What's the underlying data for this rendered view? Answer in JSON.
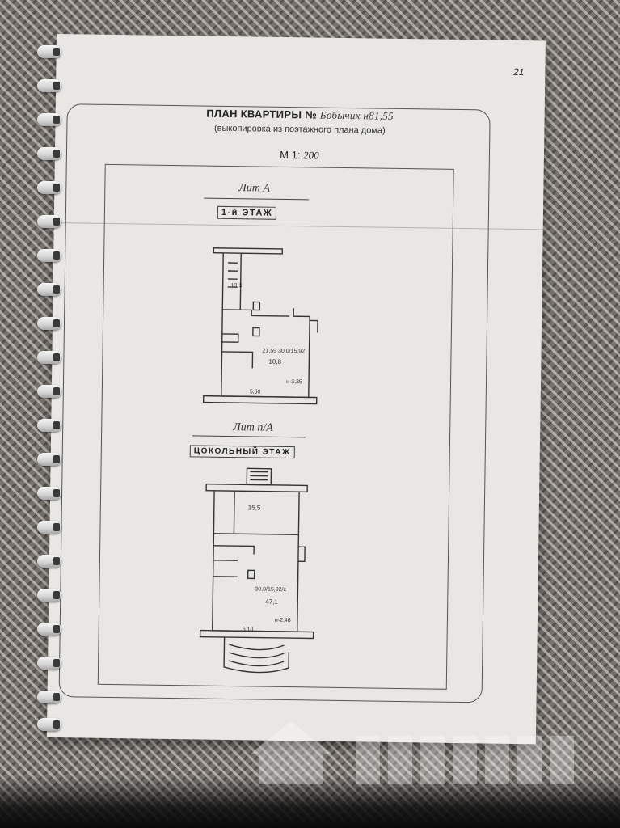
{
  "document": {
    "page_number": "21",
    "title_prefix": "ПЛАН КВАРТИРЫ №",
    "title_handwritten": "Бобычих н81,55",
    "subtitle": "(выкопировка из поэтажного плана дома)",
    "scale_prefix": "М 1:",
    "scale_handwritten": "200"
  },
  "floors": [
    {
      "lit_label": "Лит А",
      "stamp": "1-й ЭТАЖ"
    },
    {
      "lit_label": "Лит п/А",
      "stamp": "ЦОКОЛЬНЫЙ ЭТАЖ"
    }
  ],
  "plan1_labels": {
    "area_main": "10,8",
    "height": "н-3,35",
    "width_bottom": "5,50",
    "area_corridor": "13,3",
    "dims": "21,59 30,0/15,92"
  },
  "plan2_labels": {
    "area_room": "15,5",
    "area_main": "47,1",
    "height": "н-2,46",
    "width_bottom": "6,10",
    "dims": "30,0/15,92/с"
  },
  "colors": {
    "paper": "#e9e7e3",
    "ink": "#333333",
    "fabric": "#77726e"
  }
}
